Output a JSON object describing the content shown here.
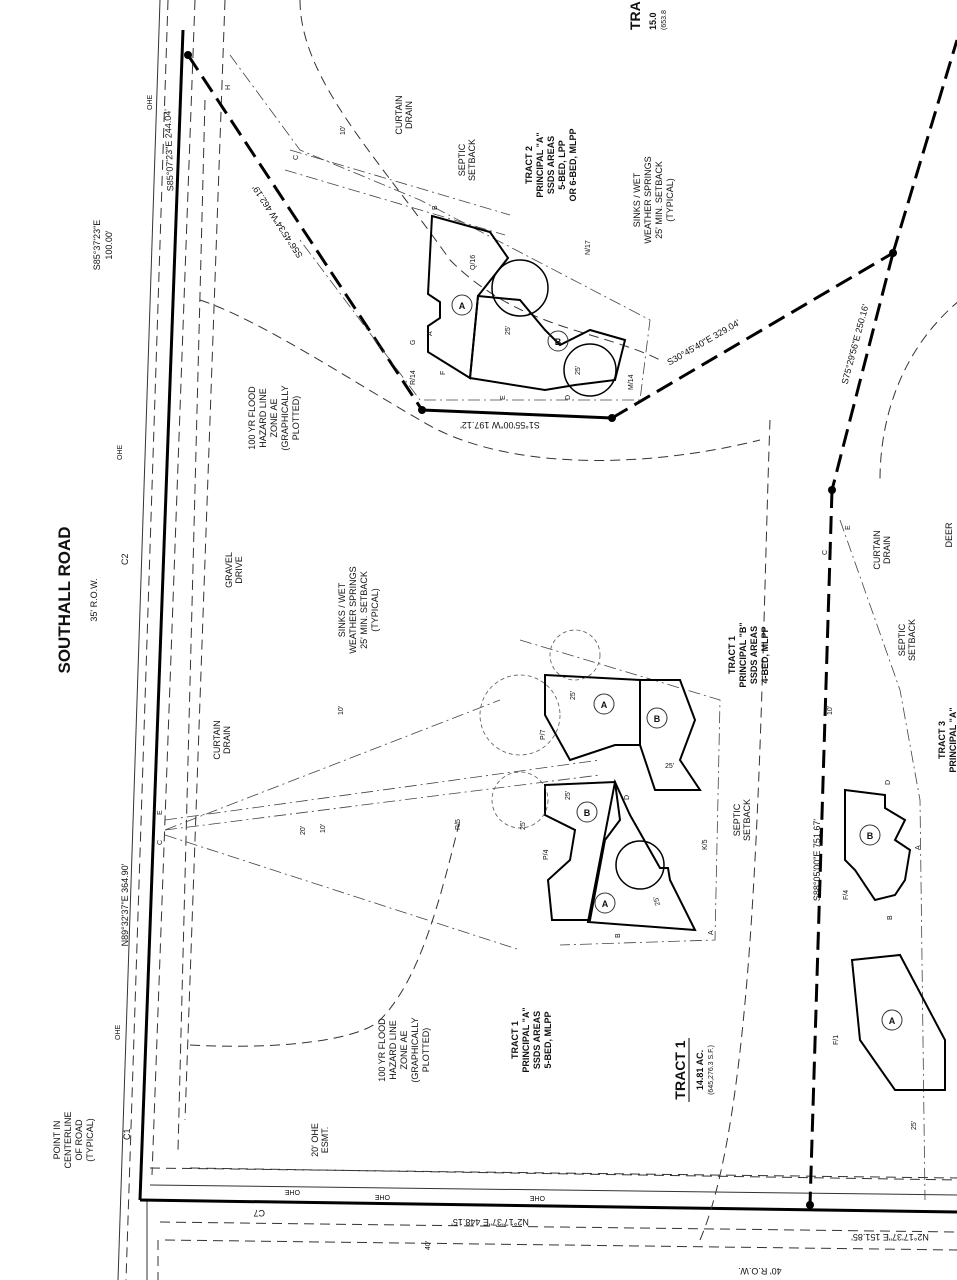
{
  "road": {
    "name": "SOUTHALL ROAD",
    "row": "35' R.O.W.",
    "bottom_row": "40' R.O.W."
  },
  "bearings": {
    "b1": "S85°37'23\"E",
    "b1_dist": "100.00'",
    "b2": "S85°07'23\"E 244.04'",
    "b3": "S56°45'34\"W 462.19'",
    "b4": "S1°55'00\"W 197.12'",
    "b5": "S30°45'40\"E 329.04'",
    "b6": "S75°29'56\"E 250.16'",
    "b7": "S88°05'00\"E 751.67'",
    "b8": "N89°32'37\"E 364.90'",
    "b9": "N2°17'37\"E 448.15'",
    "b10": "N2°17'37\"E 151.85'"
  },
  "curves": [
    "C1",
    "C2",
    "C7"
  ],
  "notes": {
    "curtain_drain": [
      "CURTAIN",
      "DRAIN"
    ],
    "septic_setback": [
      "SEPTIC",
      "SETBACK"
    ],
    "sinks": [
      "SINKS / WET",
      "WEATHER SPRINGS",
      "25' MIN. SETBACK",
      "(TYPICAL)"
    ],
    "flood": [
      "100 YR FLOOD",
      "HAZARD LINE",
      "ZONE AE",
      "(GRAPHICALLY",
      "PLOTTED)"
    ],
    "gravel": [
      "GRAVEL",
      "DRIVE"
    ],
    "centerline": [
      "POINT IN",
      "CENTERLINE",
      "OF ROAD",
      "(TYPICAL)"
    ],
    "ohe_esmt": [
      "20' OHE",
      "ESMT."
    ],
    "deer": "DEER",
    "ohe": "OHE"
  },
  "tract2": {
    "title": "TRA",
    "acres": "15.0",
    "sf": "(653.8",
    "principal_a": [
      "TRACT 2",
      "PRINCIPAL \"A\"",
      "SSDS AREAS",
      "5-BED, LPP",
      "OR 6-BED, MLPP"
    ]
  },
  "tract1": {
    "title": "TRACT 1",
    "acres": "14.81 AC.",
    "sf": "(645,276.3 S.F.)",
    "principal_a": [
      "TRACT 1",
      "PRINCIPAL \"A\"",
      "SSDS AREAS",
      "5-BED, MLPP"
    ],
    "principal_b": [
      "TRACT 1",
      "PRINCIPAL \"B\"",
      "SSDS AREAS",
      "4-BED, MLPP"
    ]
  },
  "tract3": {
    "label": [
      "TRACT 3",
      "PRINCIPAL \"A\""
    ]
  },
  "area_labels": {
    "a": "A",
    "b": "B"
  },
  "points": [
    "A",
    "B",
    "C",
    "D",
    "E",
    "F",
    "G",
    "H"
  ],
  "grid_refs": [
    "Q/16",
    "N/17",
    "R/14",
    "M/14",
    "P/7",
    "R/5",
    "P/4",
    "K/5",
    "F/4",
    "F/1"
  ],
  "dims": {
    "d10": "10'",
    "d25": "25'",
    "d20": "20'",
    "d40": "40'"
  }
}
